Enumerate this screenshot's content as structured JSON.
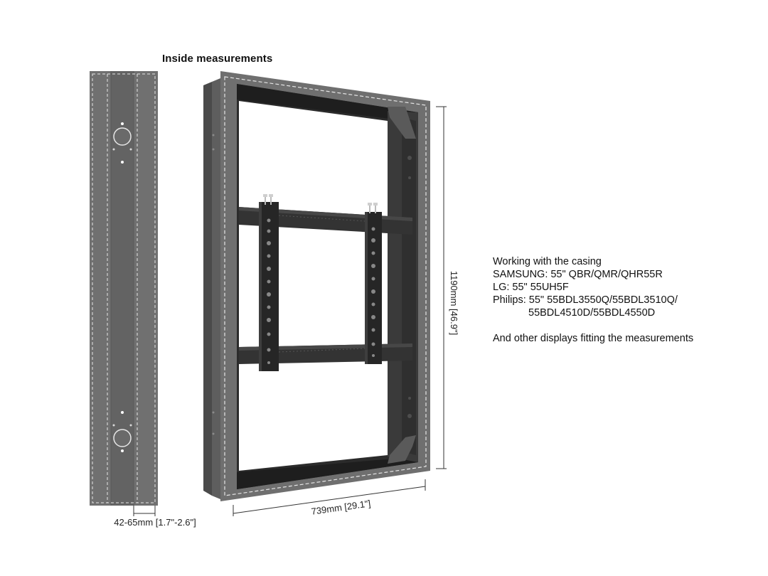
{
  "title": "Inside measurements",
  "dimensions": {
    "depth": "42-65mm [1.7\"-2.6\"]",
    "width": "739mm [29.1\"]",
    "height": "1190mm [46.9\"]"
  },
  "compatibility": {
    "heading": "Working with the casing",
    "samsung": "SAMSUNG: 55\" QBR/QMR/QHR55R",
    "lg": "LG: 55\" 55UH5F",
    "philips_1": "Philips: 55\" 55BDL3550Q/55BDL3510Q/",
    "philips_2": "55BDL4510D/55BDL4550D",
    "other": "And other displays fitting the measurements"
  },
  "colors": {
    "casing_gray": "#6f6f6f",
    "casing_dark": "#4a4a4a",
    "mount_black": "#2a2a2a",
    "dashed_line": "#e6e6e6",
    "dim_line": "#333333"
  }
}
